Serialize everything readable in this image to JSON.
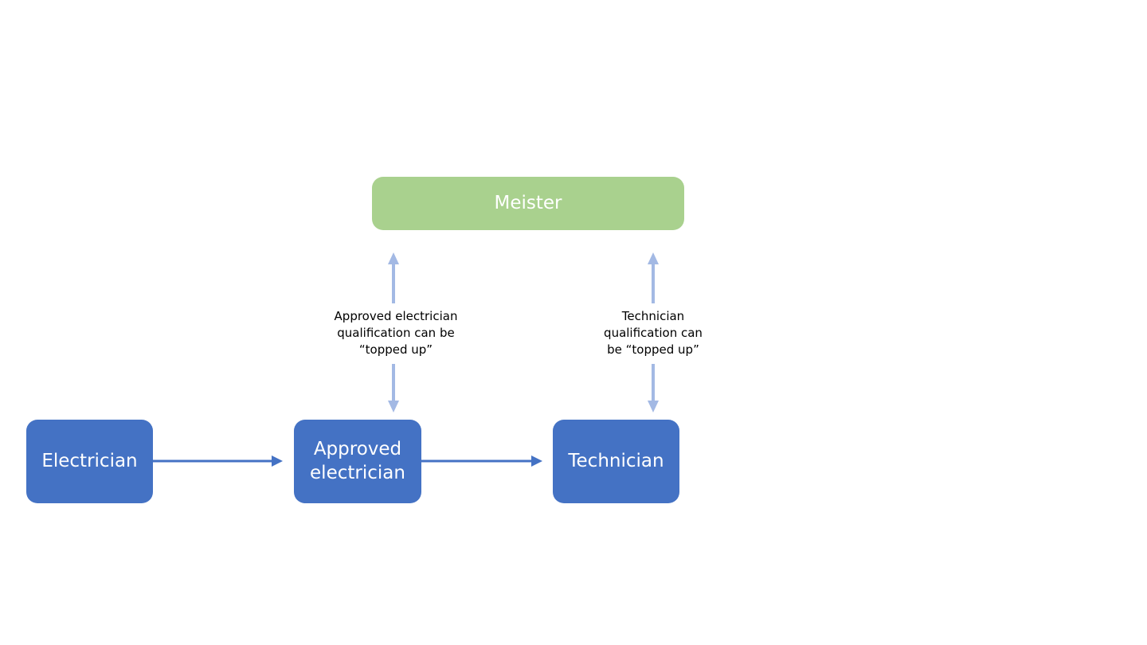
{
  "nodes": {
    "meister": "Meister",
    "electrician": "Electrician",
    "approved_electrician": "Approved electrician",
    "technician": "Technician"
  },
  "notes": {
    "approved_topup": "Approved electrician qualification can be “topped up”",
    "technician_topup": "Technician qualification can be “topped up”"
  },
  "colors": {
    "node_blue": "#4472c4",
    "node_green": "#a9d18e",
    "arrow_dark": "#4472c4",
    "arrow_light": "#a3b9e4"
  }
}
